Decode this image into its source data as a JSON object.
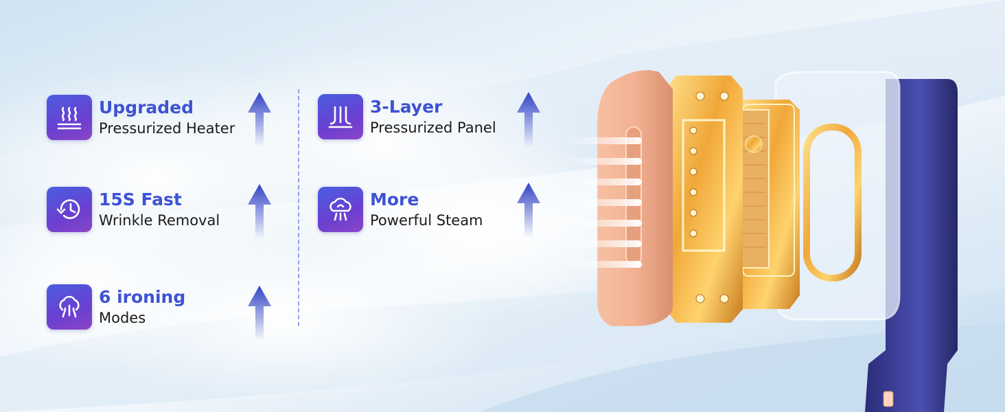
{
  "features": [
    {
      "title": "Upgraded",
      "subtitle": "Pressurized Heater",
      "icon": "heater-icon"
    },
    {
      "title": "15S Fast",
      "subtitle": "Wrinkle Removal",
      "icon": "timer-icon"
    },
    {
      "title": "6 ironing",
      "subtitle": "Modes",
      "icon": "steam-modes-icon"
    },
    {
      "title": "3-Layer",
      "subtitle": "Pressurized Panel",
      "icon": "panel-layers-icon"
    },
    {
      "title": "More",
      "subtitle": "Powerful Steam",
      "icon": "steam-cloud-icon"
    }
  ],
  "colors": {
    "accent": "#3e52d4",
    "icon_gradient_start": "#4a5ee0",
    "icon_gradient_end": "#8b45c8",
    "arrow": "#3344c4"
  }
}
